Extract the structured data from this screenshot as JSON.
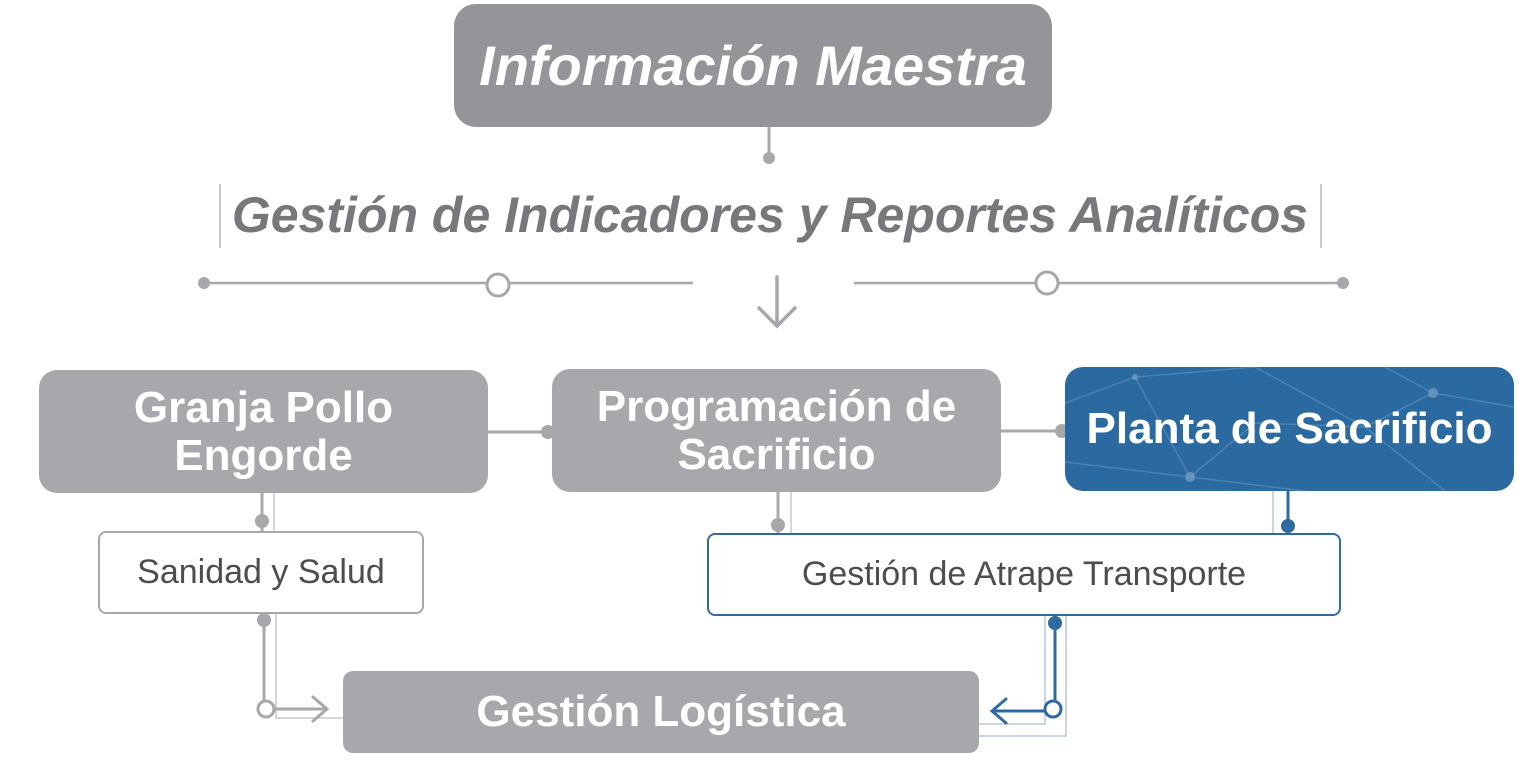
{
  "master": {
    "label": "Información Maestra"
  },
  "subtitle": {
    "label": "Gestión de Indicadores y Reportes Analíticos"
  },
  "nodes": {
    "granja": {
      "line1": "Granja Pollo",
      "line2": "Engorde"
    },
    "programacion": {
      "line1": "Programación de",
      "line2": "Sacrificio"
    },
    "planta": {
      "label": "Planta de Sacrificio"
    },
    "sanidad": {
      "label": "Sanidad y Salud"
    },
    "atrape": {
      "label": "Gestión de Atrape Transporte"
    },
    "logistica": {
      "label": "Gestión Logística"
    }
  },
  "colors": {
    "gray_box": "#a6a8ab",
    "dark_gray_box": "#939598",
    "blue_box": "#2a6aa0",
    "connector_gray": "#a6a8ab",
    "connector_blue": "#2f6aa1",
    "text_gray": "#76787b"
  }
}
